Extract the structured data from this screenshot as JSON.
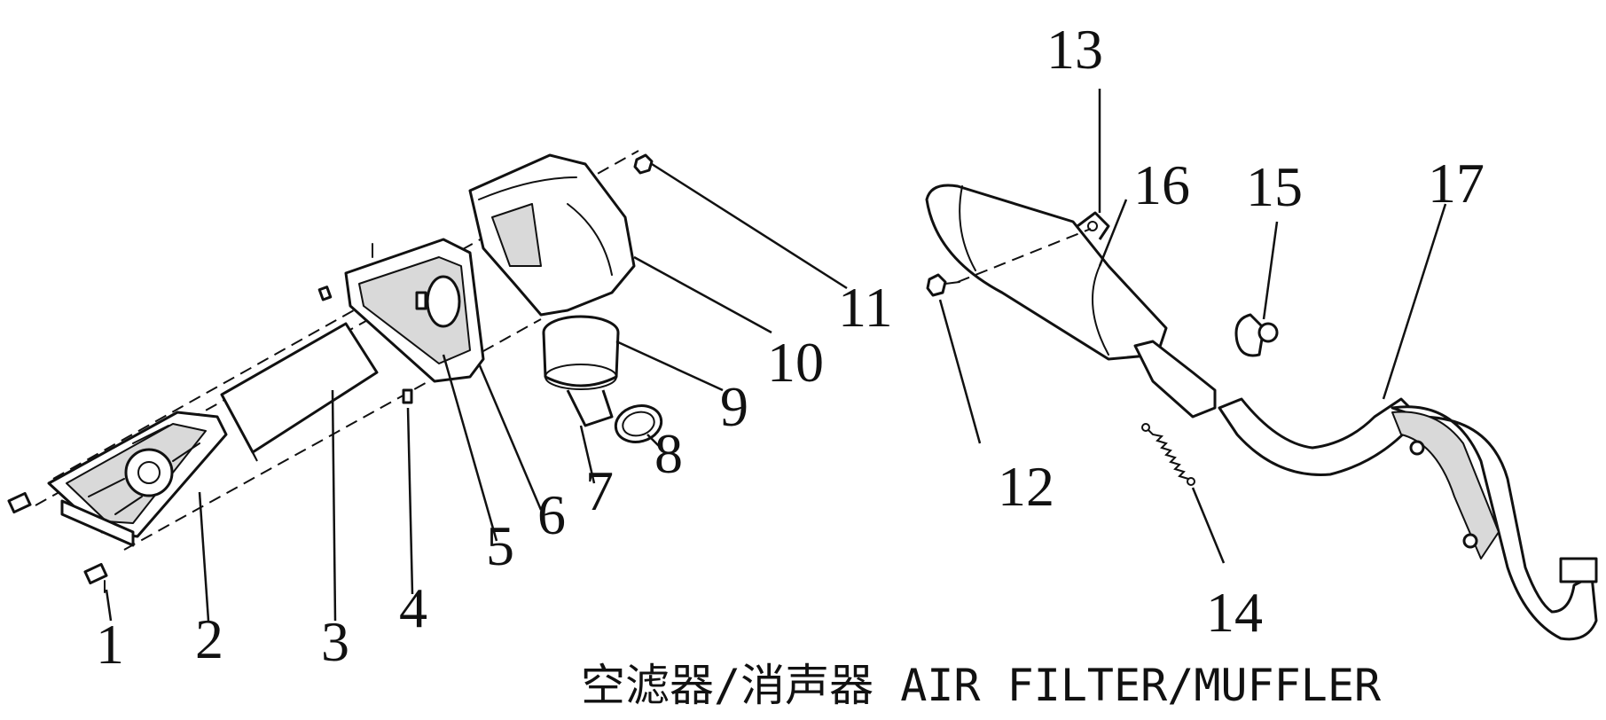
{
  "caption": "空滤器/消声器 AIR FILTER/MUFFLER",
  "callouts": {
    "c1": "1",
    "c2": "2",
    "c3": "3",
    "c4": "4",
    "c5": "5",
    "c6": "6",
    "c7": "7",
    "c8": "8",
    "c9": "9",
    "c10": "10",
    "c11": "11",
    "c12": "12",
    "c13": "13",
    "c14": "14",
    "c15": "15",
    "c16": "16",
    "c17": "17"
  }
}
